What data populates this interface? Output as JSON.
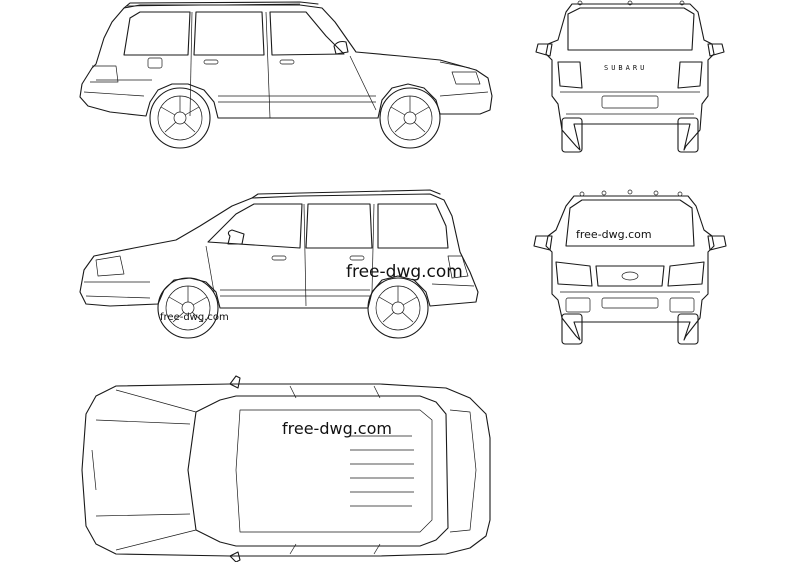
{
  "rear_badge": "SUBARU",
  "watermarks": {
    "side_right": "free-dwg.com",
    "side_wheel": "free-dwg.com",
    "front_glass": "free-dwg.com",
    "top_view": "free-dwg.com"
  },
  "colors": {
    "line": "#1a1a1a",
    "background": "#ffffff"
  }
}
